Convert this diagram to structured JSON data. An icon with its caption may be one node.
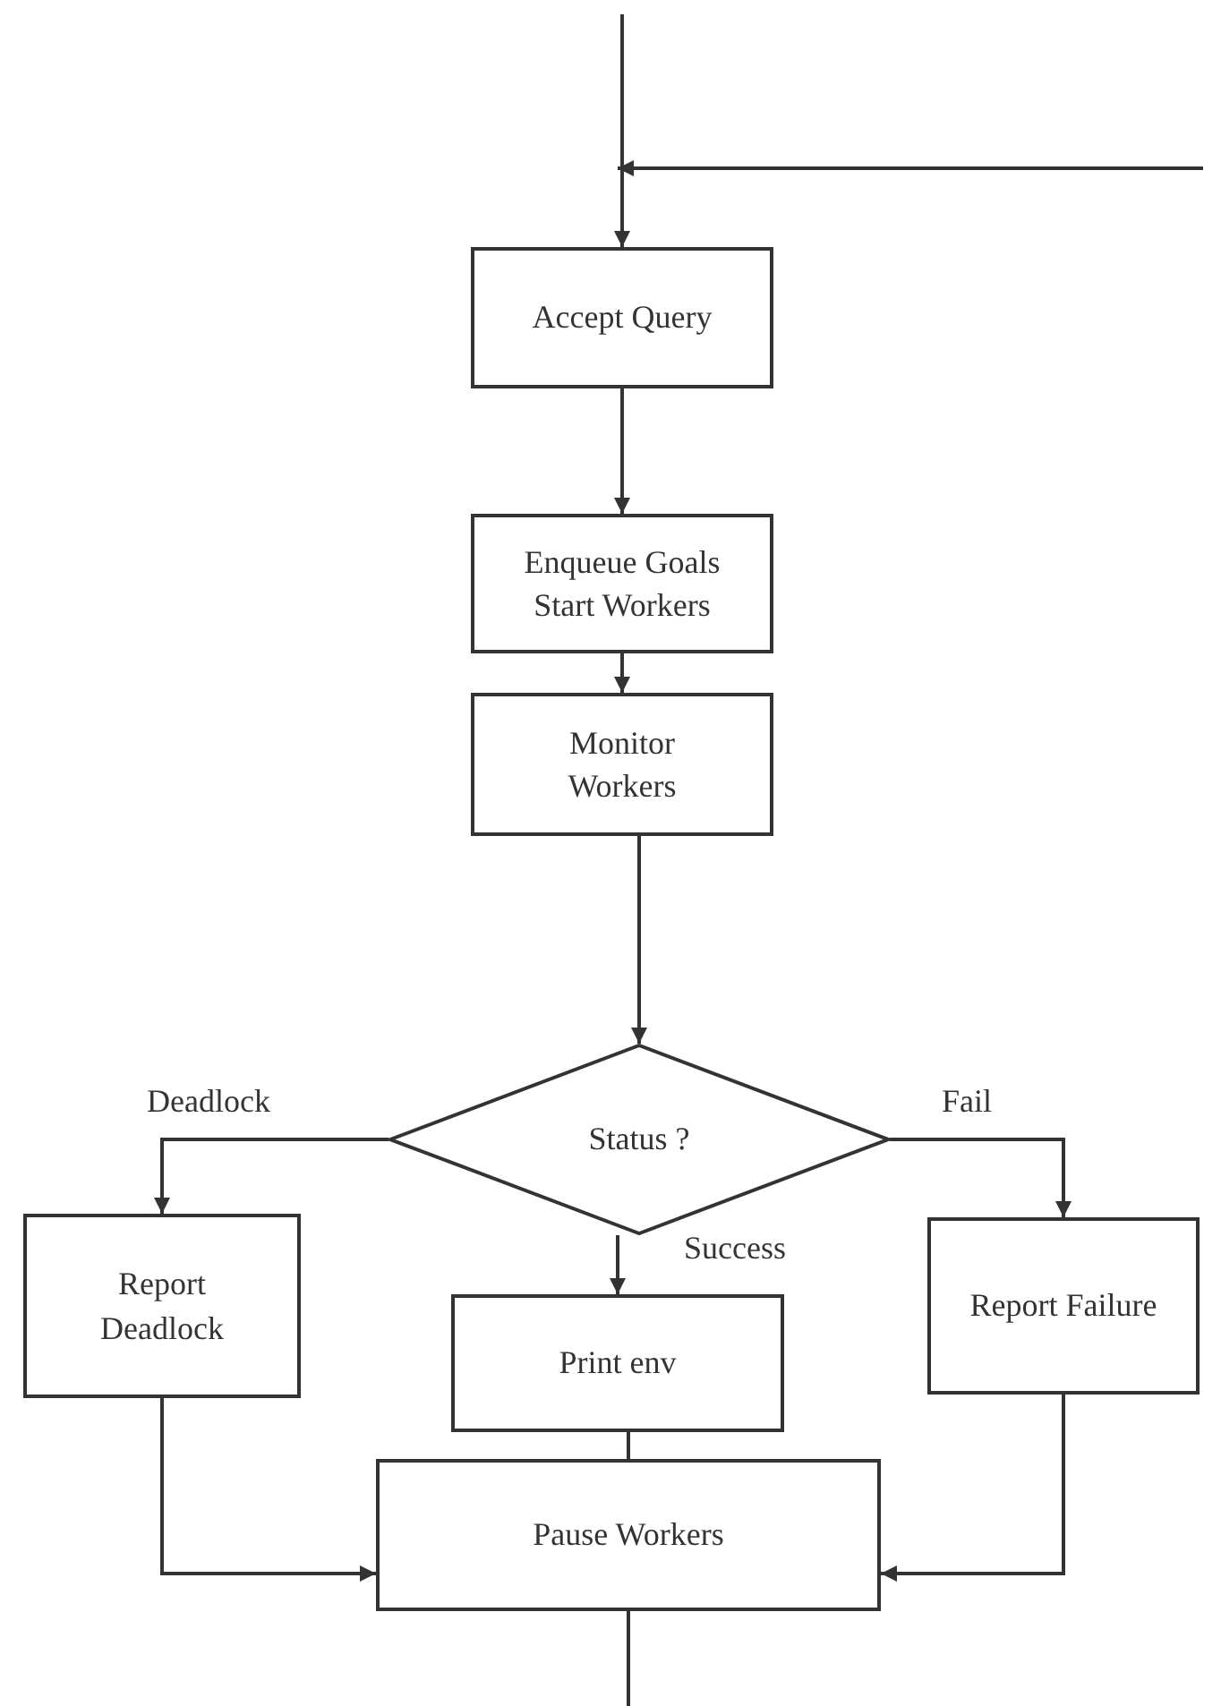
{
  "diagram": {
    "nodes": [
      {
        "text": [
          "Accept Query"
        ]
      },
      {
        "text": [
          "Enqueue Goals Start Workers"
        ]
      },
      {
        "text": [
          "Monitor Workers"
        ]
      },
      {
        "text": [
          "Status ?"
        ]
      },
      {
        "text": [
          "Report Deadlock"
        ]
      },
      {
        "text": [
          "Print env"
        ]
      },
      {
        "text": [
          "Report Failure"
        ]
      },
      {
        "text": [
          "Pause Workers"
        ]
      }
    ],
    "edges": [
      {
        "from": null,
        "to": 0,
        "arrow": "to"
      },
      {
        "from": null,
        "to": 0,
        "arrow": "to"
      },
      {
        "from": 0,
        "to": 1,
        "arrow": "to"
      },
      {
        "from": 1,
        "to": 2,
        "arrow": "to"
      },
      {
        "from": 2,
        "to": 3,
        "arrow": "to"
      },
      {
        "from": 3,
        "to": 4,
        "arrow": "to",
        "label": "Deadlock"
      },
      {
        "from": 3,
        "to": 5,
        "arrow": "to",
        "label": "Success"
      },
      {
        "from": 3,
        "to": 6,
        "arrow": "to",
        "label": "Fail"
      },
      {
        "from": 4,
        "to": 7,
        "arrow": "to"
      },
      {
        "from": 5,
        "to": 7,
        "arrow": "none"
      },
      {
        "from": 6,
        "to": 7,
        "arrow": "to"
      },
      {
        "from": 7,
        "to": null,
        "arrow": "none"
      }
    ]
  }
}
